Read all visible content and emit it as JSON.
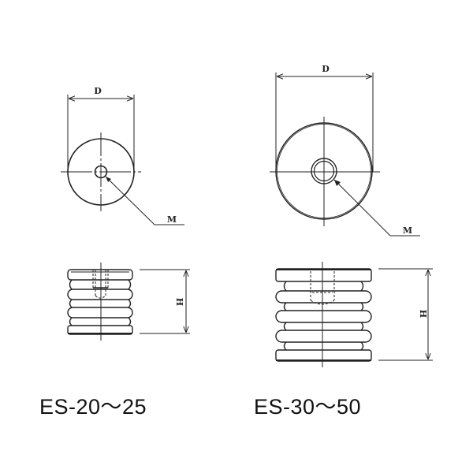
{
  "figure": {
    "left_part": {
      "model_label": "ES-20～25",
      "top_view": {
        "diameter_label": "D",
        "thread_label": "M"
      },
      "side_view": {
        "height_label": "H"
      }
    },
    "right_part": {
      "model_label": "ES-30～50",
      "top_view": {
        "diameter_label": "D",
        "thread_label": "M"
      },
      "side_view": {
        "height_label": "H"
      }
    }
  },
  "colors": {
    "line": "#222222",
    "background": "#ffffff"
  }
}
